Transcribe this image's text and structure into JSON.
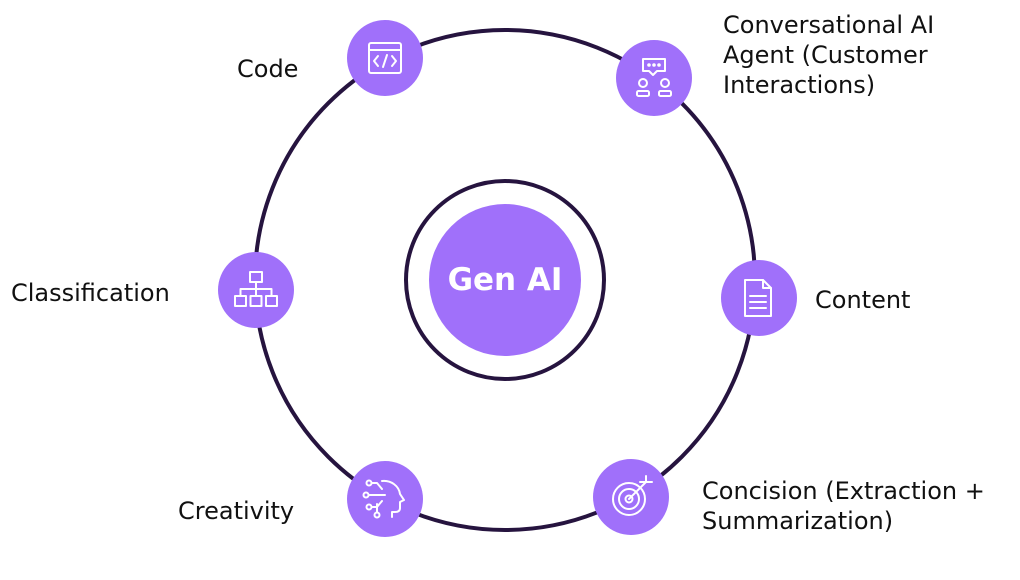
{
  "center": {
    "label": "Gen AI",
    "fill": "#A070FA"
  },
  "colors": {
    "ring": "#26143F",
    "node": "#A070FA",
    "icon": "#FFFFFF",
    "text": "#111111"
  },
  "nodes": [
    {
      "id": "code",
      "icon": "code-window-icon",
      "lines": [
        "Code"
      ]
    },
    {
      "id": "conversational",
      "icon": "chat-agents-icon",
      "lines": [
        "Conversational AI",
        "Agent (Customer",
        "Interactions)"
      ]
    },
    {
      "id": "content",
      "icon": "document-icon",
      "lines": [
        "Content"
      ]
    },
    {
      "id": "concision",
      "icon": "target-icon",
      "lines": [
        "Concision (Extraction +",
        "Summarization)"
      ]
    },
    {
      "id": "creativity",
      "icon": "brain-circuit-icon",
      "lines": [
        "Creativity"
      ]
    },
    {
      "id": "classification",
      "icon": "hierarchy-icon",
      "lines": [
        "Classification"
      ]
    }
  ]
}
